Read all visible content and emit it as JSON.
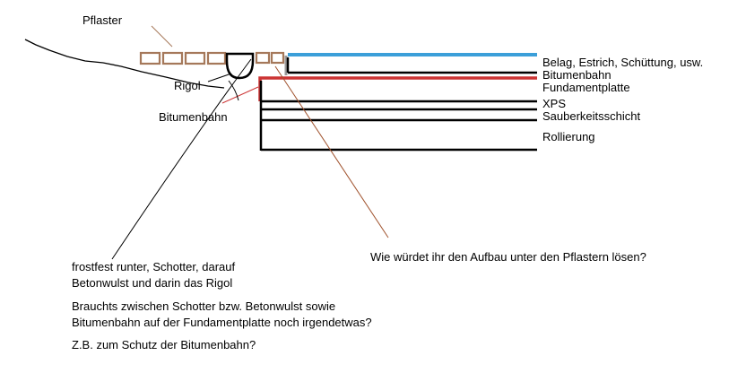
{
  "colors": {
    "pflaster": "#a5785a",
    "bitumen": "#cc3333",
    "belag": "#3b9fd9",
    "line": "#000000",
    "leader_pflaster": "#a5785a",
    "leader_bitumen": "#cc3333",
    "leader_question": "#a0522d"
  },
  "labels": {
    "pflaster": "Pflaster",
    "rigol": "Rigol",
    "bitumenbahn_left": "Bitumenbahn",
    "belag": "Belag, Estrich, Schüttung, usw.",
    "bitumenbahn_right": "Bitumenbahn",
    "fundamentplatte": "Fundamentplatte",
    "xps": "XPS",
    "sauberkeitsschicht": "Sauberkeitsschicht",
    "rollierung": "Rollierung"
  },
  "question": "Wie würdet ihr den Aufbau unter den Pflastern lösen?",
  "notes": {
    "line1": "frostfest runter, Schotter, darauf",
    "line2": "Betonwulst und darin das Rigol",
    "line3": "Brauchts zwischen Schotter bzw. Betonwulst sowie",
    "line4": "Bitumenbahn auf der Fundamentplatte noch irgendetwas?",
    "line5": "Z.B. zum Schutz der Bitumenbahn?"
  }
}
